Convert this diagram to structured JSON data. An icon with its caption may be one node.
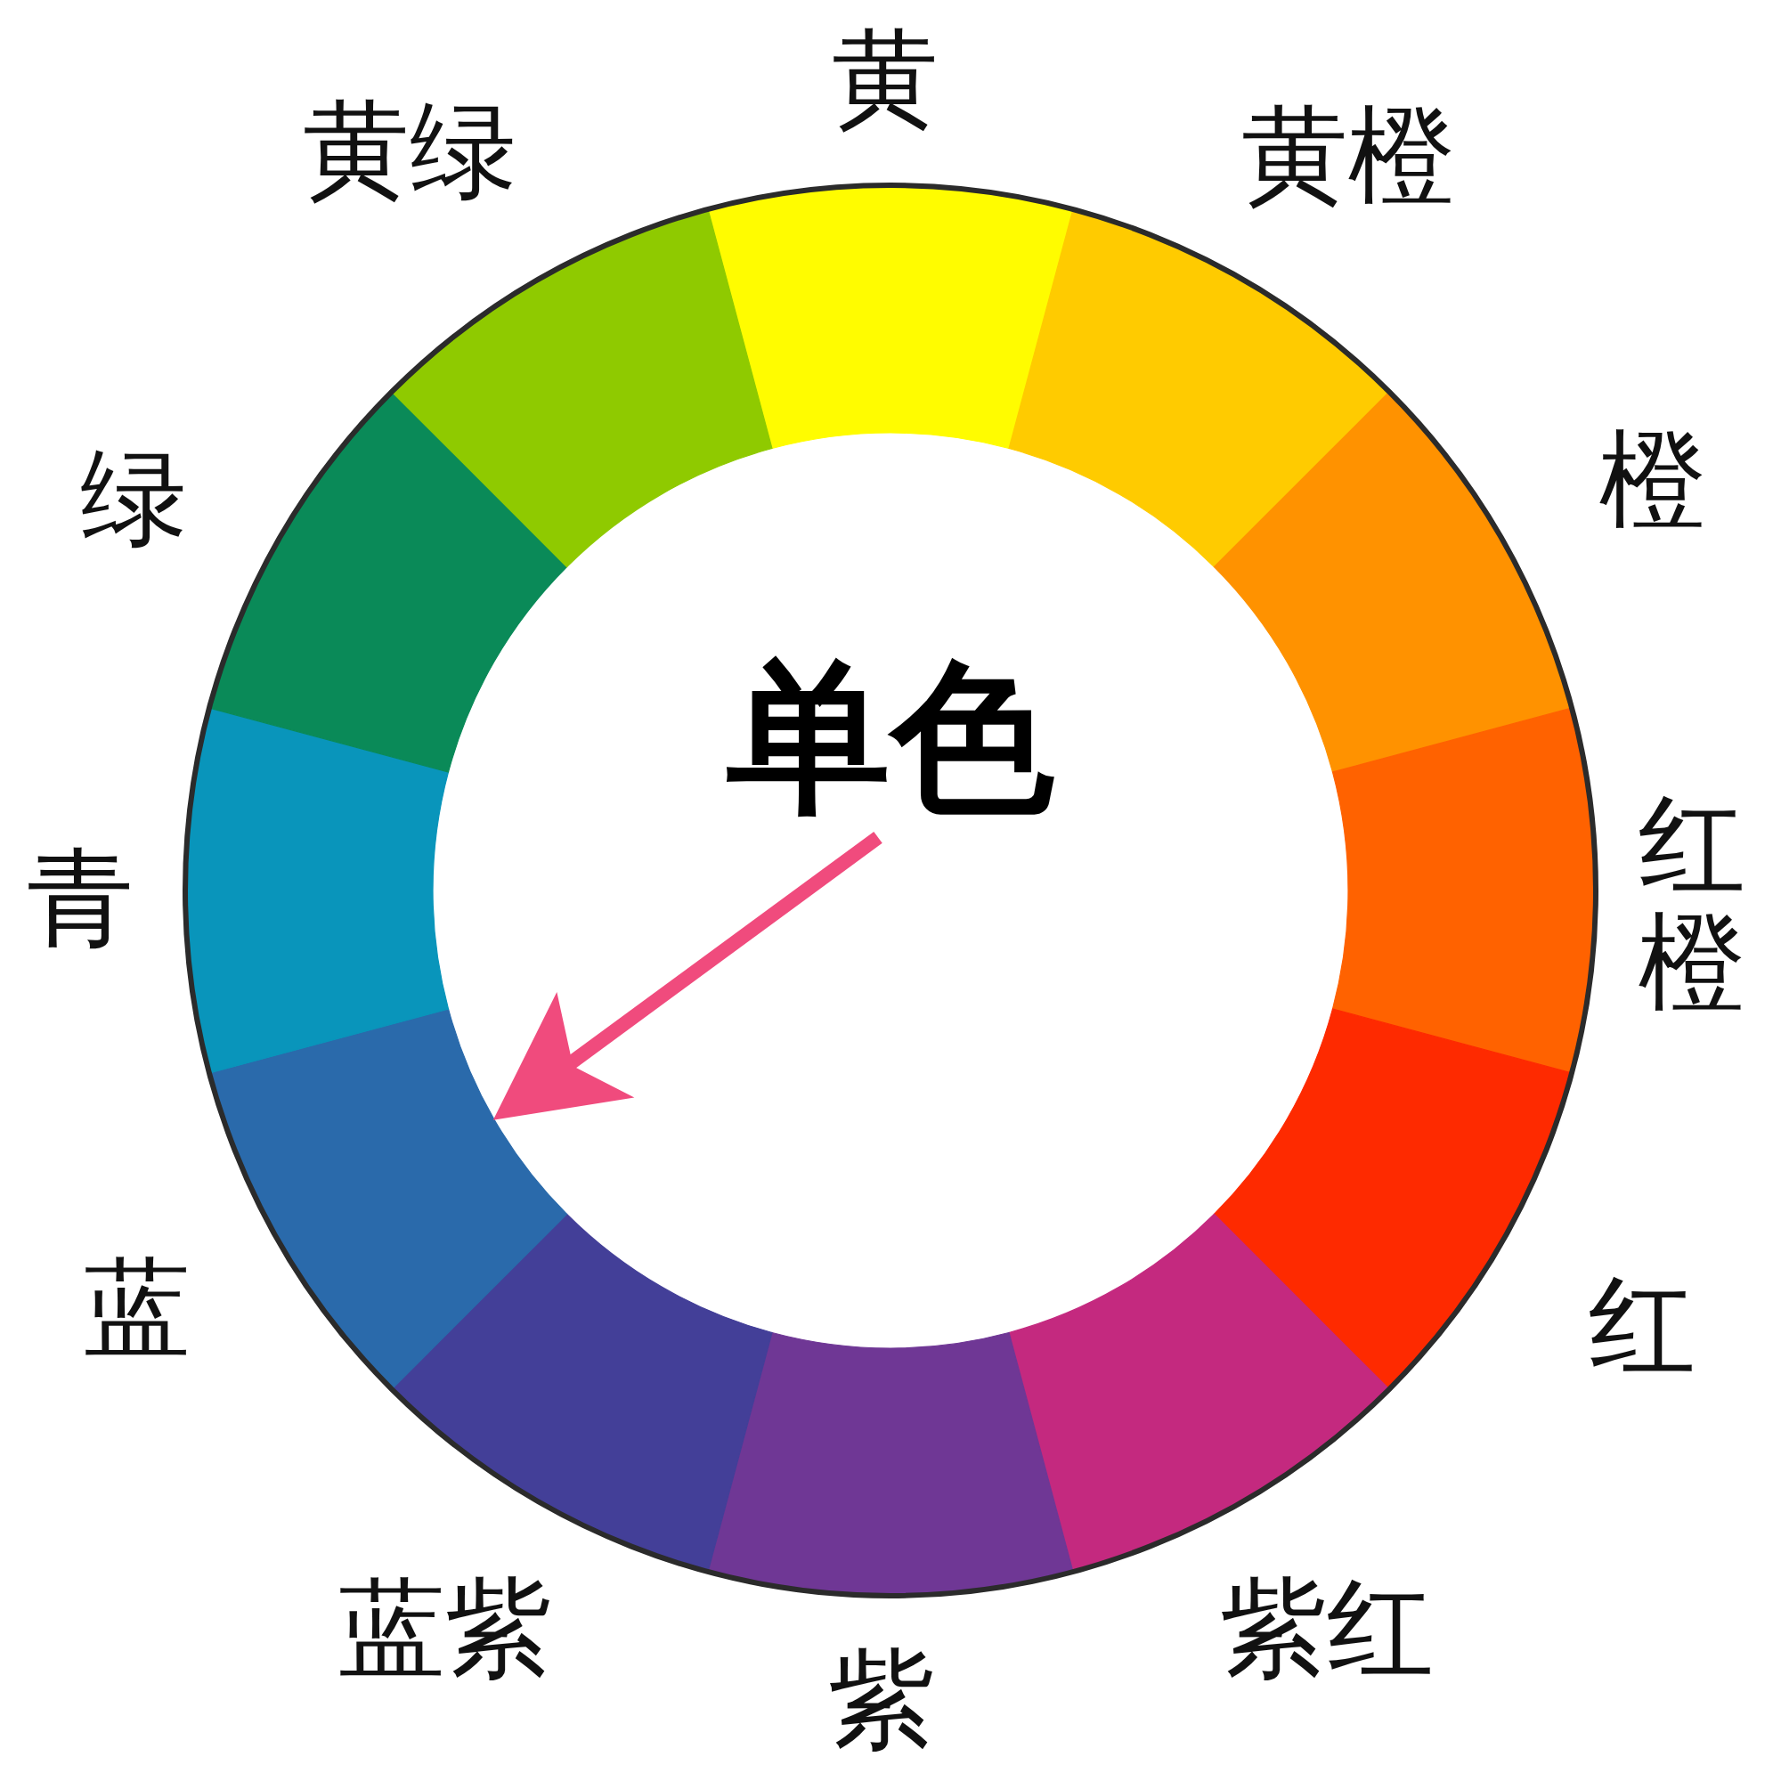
{
  "diagram": {
    "nodes": [
      {
        "text": [
          "黄"
        ]
      },
      {
        "text": [
          "黄橙"
        ]
      },
      {
        "text": [
          "橙"
        ]
      },
      {
        "text": [
          "红橙"
        ]
      },
      {
        "text": [
          "红"
        ]
      },
      {
        "text": [
          "紫红"
        ]
      },
      {
        "text": [
          "紫"
        ]
      },
      {
        "text": [
          "蓝紫"
        ]
      },
      {
        "text": [
          "蓝"
        ]
      },
      {
        "text": [
          "青"
        ]
      },
      {
        "text": [
          "绿"
        ]
      },
      {
        "text": [
          "黄绿"
        ]
      },
      {
        "text": [
          "单色"
        ]
      }
    ],
    "edges": [
      {
        "from": 12,
        "to": 8,
        "arrow": "to",
        "color": "#f04b7d"
      }
    ]
  }
}
